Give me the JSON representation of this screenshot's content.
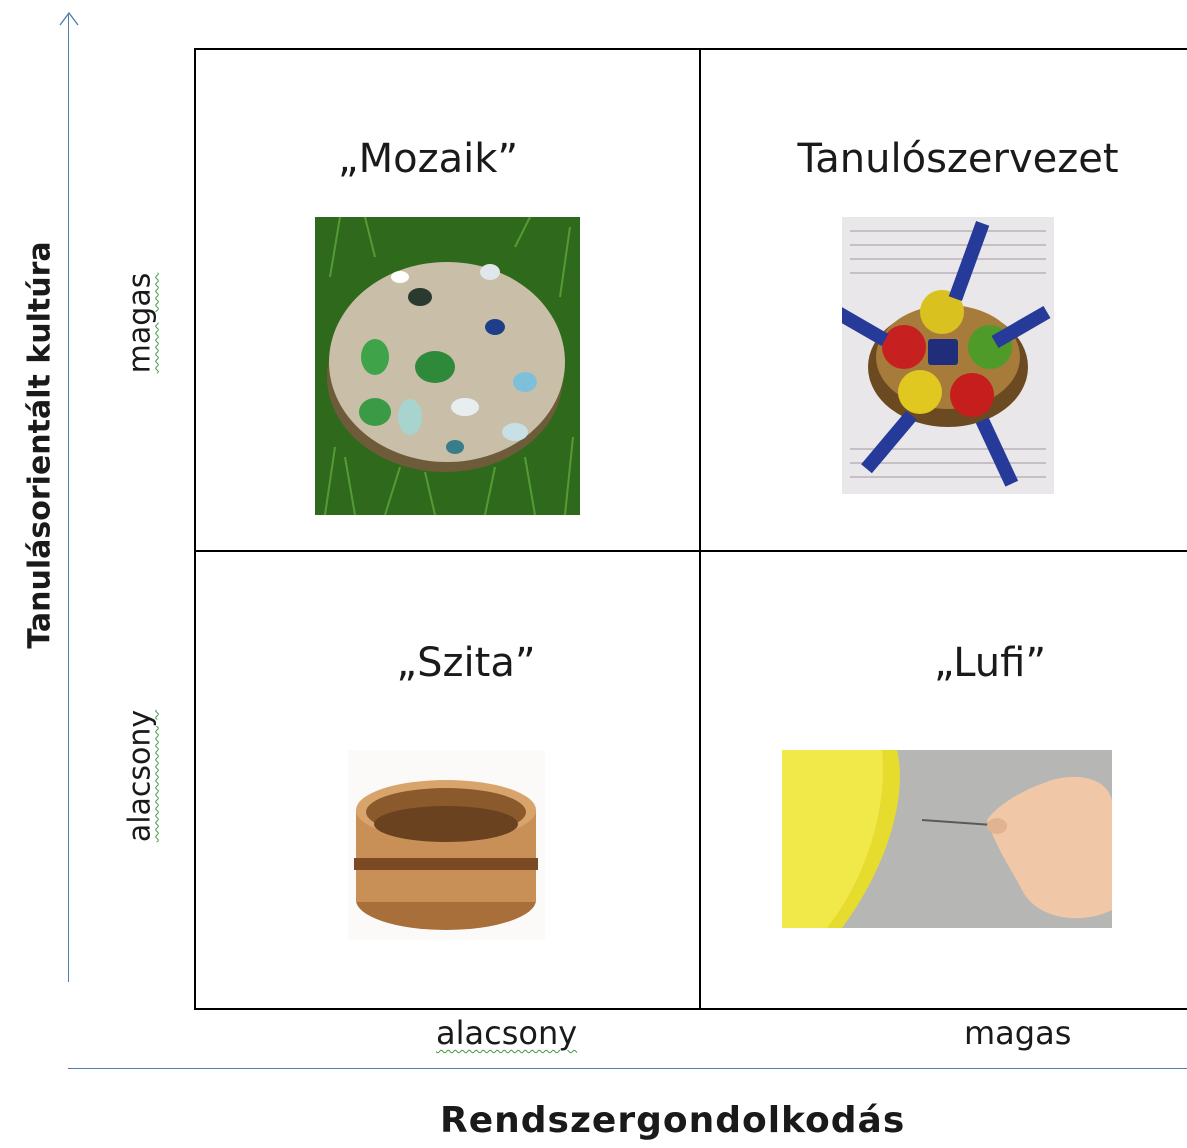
{
  "quadrants": {
    "top_left": {
      "title": "„Mozaik”",
      "image": "mosaic-stepping-stone-photo"
    },
    "top_right": {
      "title": "Tanulószervezet",
      "image": "book-cover-apples-in-bowl"
    },
    "bottom_left": {
      "title": "„Szita”",
      "image": "wooden-sieve-photo"
    },
    "bottom_right": {
      "title": "„Lufi”",
      "image": "needle-popping-balloon-photo"
    }
  },
  "y_axis": {
    "label": "Tanulásorientált kultúra",
    "tick_high": "magas",
    "tick_low": "alacsony"
  },
  "x_axis": {
    "label": "Rendszergondolkodás",
    "tick_low": "alacsony",
    "tick_high": "magas"
  },
  "colors": {
    "axis_line": "#4f7fb0",
    "grid_line": "#000000",
    "spellcheck_underline": "#3a9a3a"
  }
}
